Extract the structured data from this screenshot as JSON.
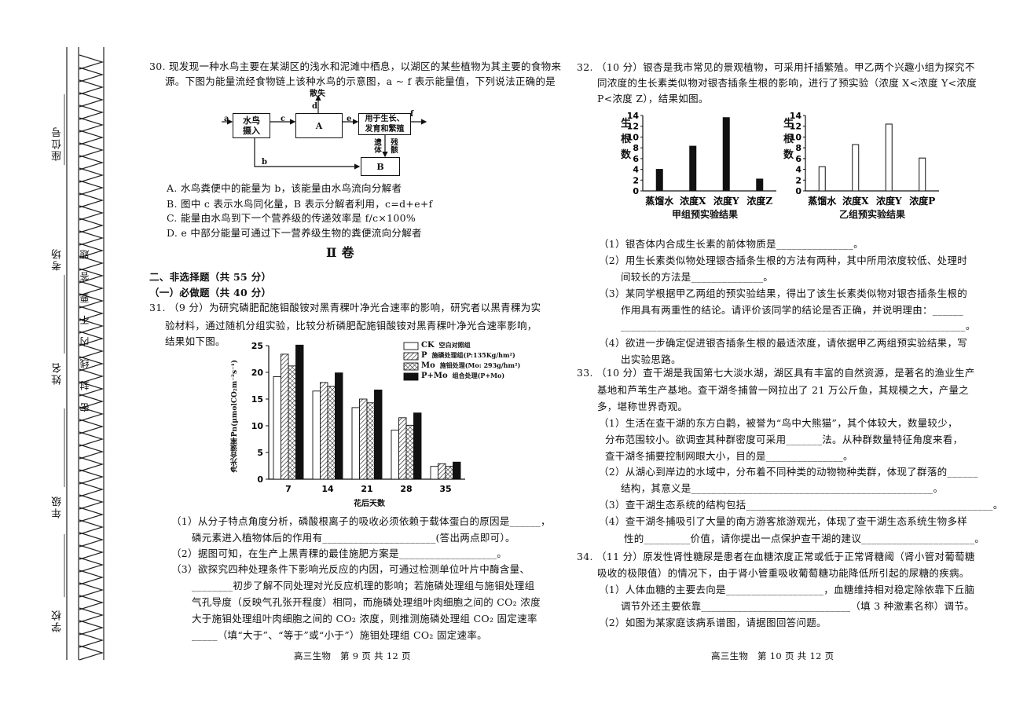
{
  "binding_margin": {
    "seat_label": "座位号",
    "exam_room_label": "考场",
    "name_label": "姓名",
    "grade_label": "年级",
    "school_label": "学校",
    "seal_text": "密 封 线 内 不 要 答 题"
  },
  "left_page": {
    "q30": {
      "line1": "30. 现发现一种水鸟主要在某湖区的浅水和泥滩中栖息，以湖区的某些植物为其主要的食物来",
      "line2": "源。下图为能量流经食物链上该种水鸟的示意图，a ~ f 表示能量值，下列说法正确的是",
      "diagram": {
        "box1": "水鸟\n摄入",
        "box2": "A",
        "box3": "用于生长、\n发育和繁殖",
        "box4": "B",
        "label_a": "a",
        "label_b": "b",
        "label_c": "c",
        "label_d": "d",
        "label_e": "e",
        "label_f": "f",
        "label_dissipate": "散失",
        "label_remains": "遗体",
        "label_remnants": "残骸"
      },
      "options": [
        "A. 水鸟粪便中的能量为 b，该能量由水鸟流向分解者",
        "B. 图中 c 表示水鸟同化量，B 表示分解者利用，c=d+e+f",
        "C. 能量由水鸟到下一个营养级的传递效率是 f/c×100%",
        "D. e 中部分能量可通过下一营养级生物的粪便流向分解者"
      ]
    },
    "section_title": "Ⅱ 卷",
    "part2_title": "二、非选择题（共 55 分）",
    "required_title": "（一）必做题（共 40 分）",
    "q31": {
      "line1": "31. （9 分）为研究磷肥配施钼酸铵对黑青稞叶净光合速率的影响，研究者以黑青稞为实",
      "line2": "验材料，通过随机分组实验，比较分析磷肥配施钼酸铵对黑青稞叶净光合速率影响，",
      "line3": "结果如下图。",
      "sub1_line1": "（1）从分子特点角度分析，磷酸根离子的吸收必须依赖于载体蛋白的原因是______，",
      "sub1_line2": "磷元素进入植物体后的作用有______________________(答出两点即可）。",
      "sub2": "（2）据图可知，在生产上黑青稞的最佳施肥方案是___________________。",
      "sub3_line1": "（3）欲探究四种处理条件下影响光反应的内因，可通过检测单位叶片中酶含量、",
      "sub3_line2": "________初步了解不同处理对光反应机理的影响；若施磷处理组与施钼处理组",
      "sub3_line3": "气孔导度（反映气孔张开程度）相同，而施磷处理组叶肉细胞之间的 CO₂ 浓度",
      "sub3_line4": "大于施钼处理组叶肉细胞之间的 CO₂ 浓度，则推测施磷处理组 CO₂ 固定速率",
      "sub3_line5": "_____（填“大于”、“等于”或“小于”）施钼处理组 CO₂ 固定速率。"
    },
    "footer": "高三生物　第 9 页 共 12 页"
  },
  "right_page": {
    "q32": {
      "line1": "32. （10 分）银杏是我市常见的景观植物，可采用扦插繁殖。甲乙两个兴趣小组为探究不",
      "line2": "同浓度的生长素类似物对银杏插条生根的影响，进行了预实验（浓度 X<浓度 Y<浓度",
      "line3": "P<浓度 Z），结果如图。",
      "sub1": "（1）银杏体内合成生长素的前体物质是_______________。",
      "sub2_line1": "（2）用生长素类似物处理银杏插条生根的方法有两种，其中所用浓度较低、处理时",
      "sub2_line2": "间较长的方法是______________。",
      "sub3_line1": "（3）某同学根据甲乙两组的预实验结果，得出了该生长素类似物对银杏插条生根的",
      "sub3_line2": "作用具有两重性的结论。请评价该同学的结论是否正确，并说明理由：______",
      "sub3_line3": "___________________________________________________________________。",
      "sub4_line1": "（4）欲进一步确定促进银杏插条生根的最适浓度，请依据甲乙两组预实验结果，写",
      "sub4_line2": "出实验思路。"
    },
    "q33": {
      "line1": "33. （10 分）查干湖是我国第七大淡水湖，湖区具有丰富的自然资源，是著名的渔业生产",
      "line2": "基地和芦苇生产基地。查干湖冬捕曾一网拉出了 21 万公斤鱼，其规模之大，产量之",
      "line3": "多，堪称世界奇观。",
      "sub1_line1": "（1）生活在查干湖的东方白鹳，被誉为“鸟中大熊猫”，其个体较大，数量较少，",
      "sub1_line2": "分布范围较小。欲调查其种群密度可采用_______法。从种群数量特征角度来看，",
      "sub1_line3": "查干湖冬捕要控制网眼大小，目的是_______________。",
      "sub2_line1": "（2）从湖心到岸边的水域中，分布着不同种类的动物物种类群，体现了群落的______",
      "sub2_line2": "结构，其意义是_______________________________________________。",
      "sub3": "（3）查干湖生态系统的结构包括________________________________________________。",
      "sub4_line1": "（4）查干湖冬捕吸引了大量的南方游客旅游观光，体现了查干湖生态系统生物多样",
      "sub4_line2": "性的_________价值，请你提出一点保护查干湖的建议______________________。"
    },
    "q34": {
      "line1": "34. （11 分）原发性肾性糖尿是患者在血糖浓度正常或低于正常肾糖阈（肾小管对葡萄糖",
      "line2": "吸收的极限值）的情况下，由于肾小管重吸收葡萄糖功能降低所引起的尿糖的疾病。",
      "sub1_line1": "（1）人体血糖的主要去向是___________________，血糖维持相对稳定除依靠下丘脑",
      "sub1_line2": "调节外还主要依靠_____________________________（填 3 种激素名称）调节。",
      "sub2": "（2）如图为某家庭该病系谱图，请据图回答问题。"
    },
    "footer": "高三生物　第 10 页 共 12 页"
  },
  "chart_data": [
    {
      "type": "bar",
      "title": "",
      "xlabel": "花后天数",
      "ylabel": "净光合速率Pn(μmolCO₂m⁻²s⁻¹)",
      "categories": [
        "7",
        "14",
        "21",
        "28",
        "35"
      ],
      "ylim": [
        0,
        25
      ],
      "yticks": [
        0,
        5,
        10,
        15,
        20,
        25
      ],
      "series": [
        {
          "name": "CK",
          "note": "空白对照组",
          "values": [
            19.2,
            16.5,
            13.4,
            9.2,
            2.4
          ],
          "fill": "white"
        },
        {
          "name": "P",
          "note": "施磷处理组(P:135Kg/hm²)",
          "values": [
            23.4,
            18.1,
            15.0,
            11.5,
            2.9
          ],
          "fill": "hatch"
        },
        {
          "name": "Mo",
          "note": "施钼处理(Mo: 293g/hm²)",
          "values": [
            21.2,
            17.4,
            14.3,
            10.1,
            2.4
          ],
          "fill": "crosshatch"
        },
        {
          "name": "P+Mo",
          "note": "组合处理(P+Mo)",
          "values": [
            25.1,
            19.9,
            16.7,
            12.4,
            3.2
          ],
          "fill": "black"
        }
      ],
      "legend_position": "top-right",
      "grid": false
    },
    {
      "type": "bar",
      "title": "甲组预实验结果",
      "xlabel": "",
      "ylabel": "生根数",
      "categories": [
        "蒸馏水",
        "浓度X",
        "浓度Y",
        "浓度Z"
      ],
      "ylim": [
        0,
        14
      ],
      "yticks": [
        0,
        2,
        4,
        6,
        8,
        10,
        12,
        14
      ],
      "values": [
        4,
        8.3,
        13.6,
        2.2
      ],
      "fill": "black",
      "grid": false
    },
    {
      "type": "bar",
      "title": "乙组预实验结果",
      "xlabel": "",
      "ylabel": "生根数",
      "categories": [
        "蒸馏水",
        "浓度X",
        "浓度Y",
        "浓度P"
      ],
      "ylim": [
        0,
        14
      ],
      "yticks": [
        0,
        2,
        4,
        6,
        8,
        10,
        12,
        14
      ],
      "values": [
        4.5,
        8.6,
        12.4,
        6.1
      ],
      "fill": "white",
      "grid": false
    }
  ]
}
